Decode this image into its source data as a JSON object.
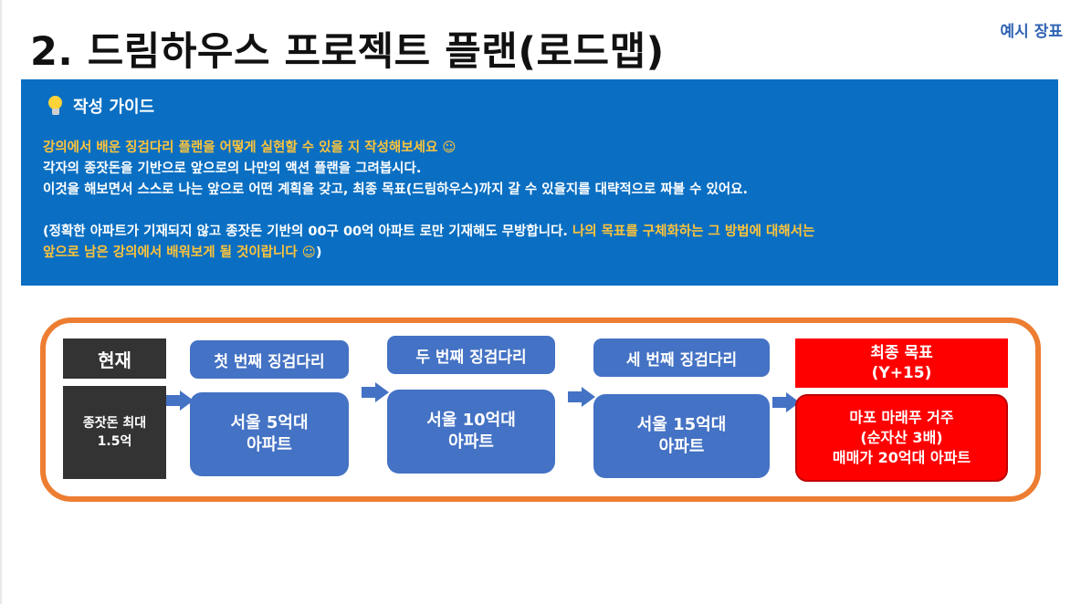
{
  "corner_label": "예시 장표",
  "title": "2. 드림하우스 프로젝트 플랜(로드맵)",
  "guide": {
    "title": "작성 가이드",
    "lines": [
      "강의에서 배운 징검다리 플랜을 어떻게 실현할 수 있을 지 작성해보세요 ☺",
      "각자의 종잣돈을 기반으로 앞으로의 나만의 액션 플랜을 그려봅시다.",
      "이것을 해보면서 스스로 나는 앞으로 어떤 계획을 갖고, 최종 목표(드림하우스)까지 갈 수 있을지를 대략적으로 짜볼 수 있어요.",
      "(정확한 아파트가 기재되지 않고 종잣돈 기반의 00구 00억 아파트 로만 기재해도 무방합니다. ",
      "나의 목표를 구체화하는 그 방법에 대해서는",
      "앞으로 남은 강의에서 배워보게 될 것이랍니다 ☺",
      ")"
    ]
  },
  "roadmap": {
    "current": {
      "head": "현재",
      "body_line1": "종잣돈 최대",
      "body_line2": "1.5억"
    },
    "steps": [
      {
        "head": "첫 번째 징검다리",
        "body_line1": "서울 5억대",
        "body_line2": "아파트"
      },
      {
        "head": "두 번째 징검다리",
        "body_line1": "서울 10억대",
        "body_line2": "아파트"
      },
      {
        "head": "세 번째 징검다리",
        "body_line1": "서울 15억대",
        "body_line2": "아파트"
      }
    ],
    "goal": {
      "head_line1": "최종 목표",
      "head_line2": "(Y+15)",
      "body_line1": "마포 마래푸 거주",
      "body_line2": "(순자산 3배)",
      "body_line3": "매매가 20억대 아파트"
    }
  },
  "colors": {
    "guide_background": "#0a6fc2",
    "guide_highlight": "#ffc43a",
    "frame_orange": "#ed7d31",
    "step_blue": "#4472c4",
    "current_dark": "#333333",
    "goal_red": "#ff0000"
  },
  "icons": [
    "lightbulb-icon",
    "arrow-right-icon"
  ]
}
